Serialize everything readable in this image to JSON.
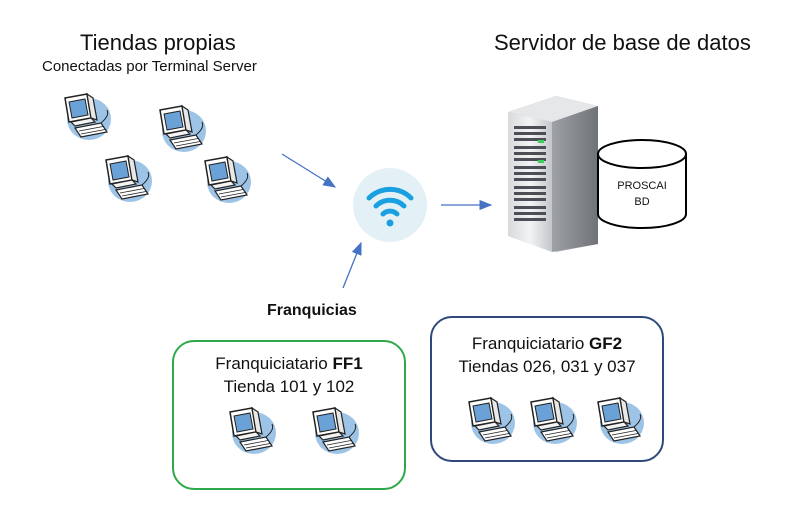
{
  "own_stores": {
    "title": "Tiendas propias",
    "subtitle": "Conectadas por Terminal Server",
    "computer_icons": [
      "computer-icon",
      "computer-icon",
      "computer-icon",
      "computer-icon"
    ]
  },
  "server": {
    "title": "Servidor de base de datos",
    "database_label_line1": "PROSCAI",
    "database_label_line2": "BD"
  },
  "network": {
    "icon": "wifi-icon",
    "accent_color": "#4472c4",
    "circle_color": "#e3f1f7",
    "wifi_color": "#1aa0e0"
  },
  "franchises": {
    "label": "Franquicias",
    "ff1": {
      "prefix": "Franquiciatario ",
      "code": "FF1",
      "stores": "Tienda 101 y 102",
      "border_color": "#2ea84a"
    },
    "gf2": {
      "prefix": "Franquiciatario ",
      "code": "GF2",
      "stores": "Tiendas 026, 031 y 037",
      "border_color": "#2f4a7a"
    }
  }
}
